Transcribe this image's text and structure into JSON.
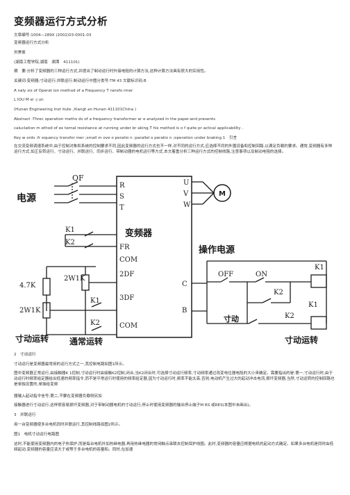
{
  "doc": {
    "title": "变频器运行方式分析",
    "lines": [
      "文章编号:1004—289X (2002)03-0001-03",
      "变频器运行方式分析",
      "刘美俊",
      "(湖南工程学院,湖南　湘潭　411101)",
      "摘　要:分析了变频器的三种运行方式,并提出了制动运行时外接电阻的计算方法,这种计算方法具有很大的实用性。",
      "关键词:变频器;寸动运行;并联运行;制动运行中图分类号:TM 43 文献标识码:B",
      "A naly sis of Operat ion method of a Frequency T ransfo rmer",
      "L IOU M ei -j un",
      "(Hunan Engineering Inst itute ,Xiangt an Hunan 411101China )",
      "Abstract :Threc operation metho ds of a frequency transformer ar e analyzed in the paper.and presents",
      "calucIation m ethod of ex ternaI resistance at running under br aking.T his method is o f quite pr actical applicability .",
      "Key w ords :fr equency transfor mer ;small m ove o peratio n ;parallel o peratio n ;operation under braking 1　引言"
    ],
    "intro": "在交流变频调速系统中,由于控制对象和系统的控制要求不同,因此变频器的运行方式也不一样,对不同的运行方式,应选择不同的外围设备和控制回路,以满足负载的要求。通常,变频器有多种运行方式,如正反转运行、寸动运行、并联运行、同步运行、带制动器的电机运行等方式,本文着重分析三种运行方式的控制线路,注意事项以及制动电阻的选择。",
    "section2_heading": "2　寸动运行",
    "section2_intro": "寸动运行是变频器最常用的运行方式之一,其控制电路如图1所示。",
    "section2_body": "图中变频器正常运行,由接触器K 1控制,寸动运行时由接触K2控制,闭合,当K2闭合时,可选择寸动运行频率,寸动频率通过改变电位器电阻的大小来确定。需要指出的是:第一,寸动运行时,由于动运行时频率给定器给出低速的频率指令,而不是平常运行时使用的频率给定器,因为寸动运行时,频率不能太高,否则,电动机产生过大的起动冲击电流,损坏变频器,当然,寸动运转的控制回路也是单独设置的,单独给变频",
    "section2_line2": "器输入起动指令信号;第二,不要在变频器负载侧另加",
    "section2_line3": "接触器进行寸动运行,这样很容易损坏变频器,对于带制动器电机的寸动运行,停止时使用变频器的输出停止端子M RS 或RES(本图中未画出)。",
    "section3_heading": "3　并联运行",
    "section3_intro": "用一台变频器使多台电机同时并联运行,其控制线路如图2所示。",
    "fig2_caption": "图1　电机寸动运行电路图",
    "section3_body": "这时,不能使用变频器内的电子热保护,而是每台电机外加热继电器,再用热继电器的常闭触点串联去控制保护线圈。此时,变频器的容量应根据电机的起动方式确定。如果多台电机是同时由低频起动,变频器的容量应该大于或等于多台电机的容量和。同时,在加速"
  },
  "circuit": {
    "labels": {
      "power": "电源",
      "qf": "QF",
      "k1_left": "K1",
      "k2_left": "K2",
      "inverter": "变频器",
      "r": "R",
      "s": "S",
      "t": "T",
      "u": "U",
      "v": "V",
      "w": "W",
      "motor": "M",
      "fr": "FR",
      "com1": "COM",
      "twodf": "2DF",
      "threedf": "3DF",
      "com2": "COM",
      "c": "C",
      "b": "B",
      "res_47k": "4.7K",
      "res_2w1k_a": "2W1K",
      "res_2w1k_b": "2W1K",
      "k1_mid": "K1",
      "k2_mid": "K2",
      "jog_run": "寸动运转",
      "normal_run": "通常运转",
      "op_power": "操作电源",
      "off": "OFF",
      "on": "ON",
      "k2_right": "K2",
      "k1_right_top": "K1",
      "k1_right_mid": "K1",
      "jog_small": "寸动",
      "k2_right_bottom": "K2",
      "jog_run_right": "寸动运转"
    }
  },
  "colors": {
    "title": "#1a1a1a",
    "text": "#333333",
    "lines": "#1a1a1a"
  }
}
